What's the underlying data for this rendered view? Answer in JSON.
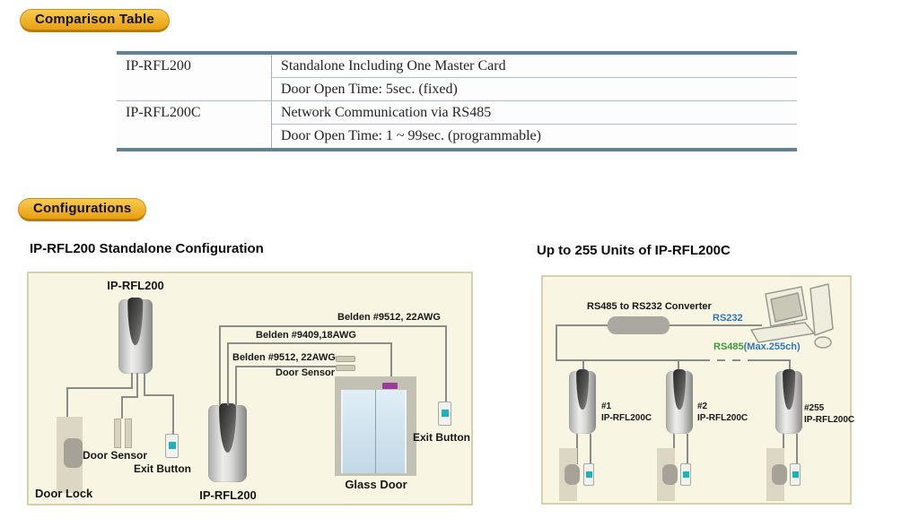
{
  "badges": {
    "comparison": "Comparison Table",
    "configurations": "Configurations"
  },
  "comparison_table": {
    "rows": [
      {
        "model": "IP-RFL200",
        "desc": "Standalone Including One Master Card"
      },
      {
        "model": "",
        "desc": "Door Open Time: 5sec. (fixed)"
      },
      {
        "model": "IP-RFL200C",
        "desc": "Network Communication via RS485"
      },
      {
        "model": "",
        "desc": "Door Open Time: 1 ~ 99sec. (programmable)"
      }
    ]
  },
  "sections": {
    "left_title": "IP-RFL200 Standalone Configuration",
    "right_title": "Up to 255 Units of IP-RFL200C"
  },
  "left_diagram": {
    "reader1_label": "IP-RFL200",
    "reader2_label": "IP-RFL200",
    "door_sensor_label": "Door Sensor",
    "exit_button_label": "Exit Button",
    "door_lock_label": "Door Lock",
    "wire_top_label": "Belden #9512, 22AWG",
    "wire_mid_label": "Belden #9409,18AWG",
    "wire_low_label": "Belden #9512, 22AWG",
    "door_sensor2_label": "Door Sensor",
    "glass_door_label": "Glass Door",
    "exit_button2_label": "Exit Button"
  },
  "right_diagram": {
    "converter_label": "RS485 to RS232 Converter",
    "rs232_label": "RS232",
    "rs485_label": "RS485",
    "rs485_max_label": "(Max.255ch)",
    "units": [
      {
        "num": "#1",
        "model": "IP-RFL200C"
      },
      {
        "num": "#2",
        "model": "IP-RFL200C"
      },
      {
        "num": "#255",
        "model": "IP-RFL200C"
      }
    ]
  },
  "colors": {
    "badge_gold": "#f0b22c",
    "table_border": "#5e8396",
    "panel_bg": "#f8f5e3",
    "rs232_blue": "#2d77b8",
    "rs485_green": "#3b9a3b",
    "exit_led_teal": "#19b5bc",
    "door_closer_magenta": "#9c3b9c"
  }
}
